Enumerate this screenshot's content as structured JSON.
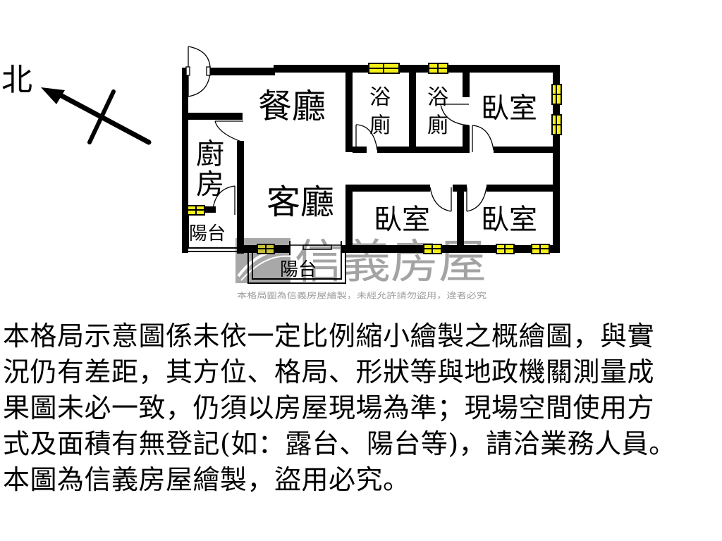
{
  "compass": {
    "label": "北",
    "icon": "north-arrow-icon"
  },
  "rooms": {
    "dining": "餐廳",
    "living": "客廳",
    "kitchen_1": "廚",
    "kitchen_2": "房",
    "bath1_1": "浴",
    "bath1_2": "廁",
    "bath2_1": "浴",
    "bath2_2": "廁",
    "bedroom_ne": "臥室",
    "bedroom_s1": "臥室",
    "bedroom_s2": "臥室",
    "balcony_west": "陽台",
    "balcony_south": "陽台"
  },
  "watermark": {
    "brand": "信義房屋",
    "notice": "本格局圖為信義房屋繪製，未經允許請勿盜用，違者必究",
    "logo_color": "#a6a6a6"
  },
  "colors": {
    "wall": "#000000",
    "window": "#f5ef1a",
    "watermark": "#9a9a9a"
  },
  "disclaimer": {
    "lines": [
      "本格局示意圖係未依一定比例縮小繪製之概繪圖，與實",
      "況仍有差距，其方位、格局、形狀等與地政機關測量成",
      "果圖未必一致，仍須以房屋現場為準；現場空間使用方",
      "式及面積有無登記(如：露台、陽台等)，請洽業務人員。",
      "本圖為信義房屋繪製，盜用必究。"
    ]
  }
}
